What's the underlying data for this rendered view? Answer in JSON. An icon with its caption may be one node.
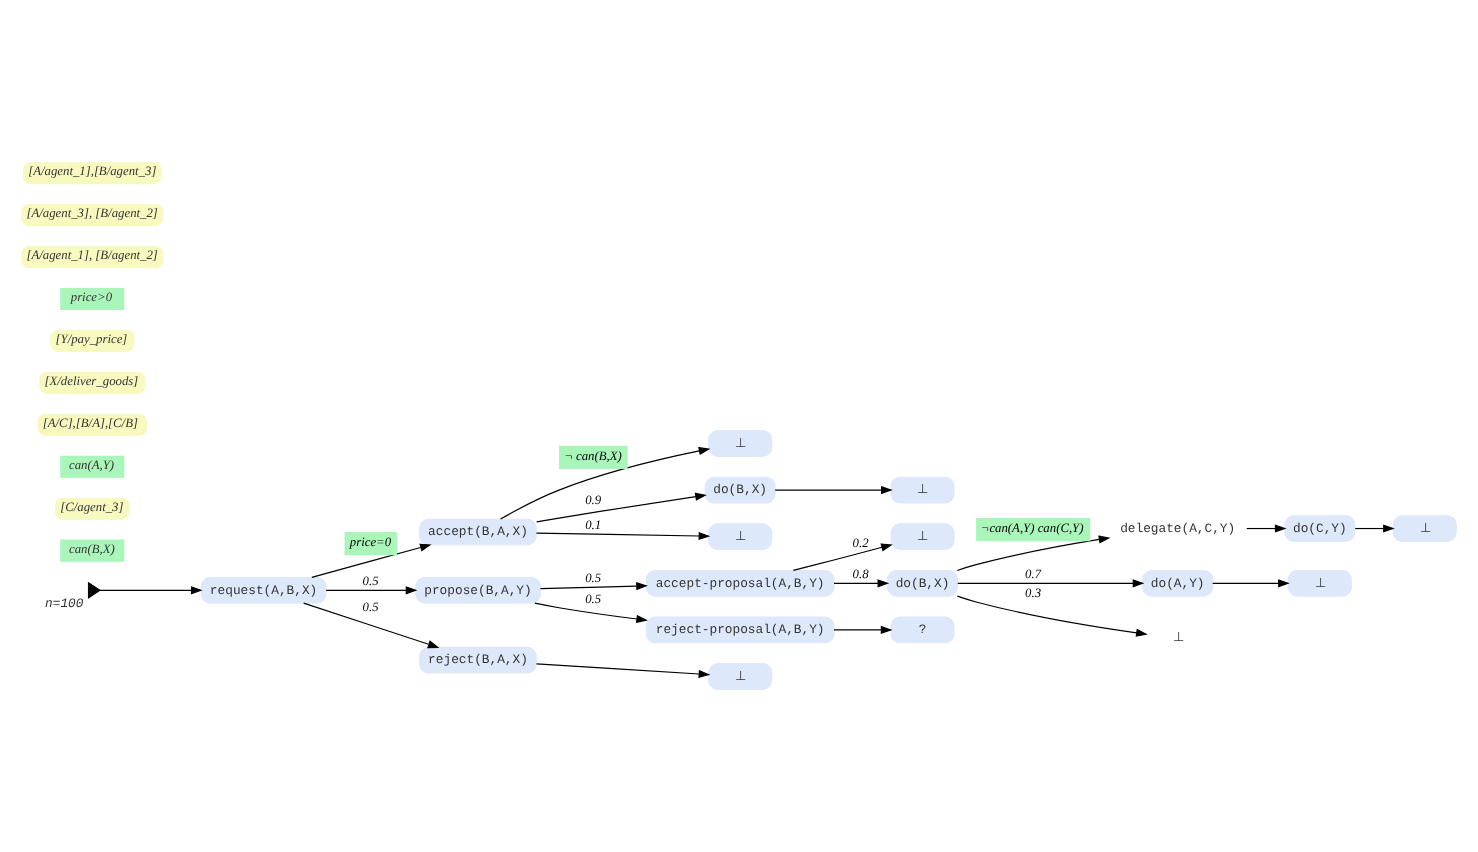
{
  "diagram": {
    "nodes": [
      {
        "text": [],
        "shape": "triangle",
        "beside": [
          "n=100"
        ]
      },
      {
        "text": [
          "request(A,B,X)"
        ]
      },
      {
        "text": [
          "accept(B,A,X)"
        ]
      },
      {
        "text": [
          "⊥"
        ]
      },
      {
        "text": [
          "do(B,X)"
        ]
      },
      {
        "text": [
          "⊥"
        ]
      },
      {
        "text": [
          "⊥"
        ]
      },
      {
        "text": [
          "propose(B,A,Y)"
        ]
      },
      {
        "text": [
          "reject(B,A,X)"
        ]
      },
      {
        "text": [
          "⊥"
        ]
      },
      {
        "text": [
          "accept-proposal(A,B,Y)"
        ]
      },
      {
        "text": [
          "reject-proposal(A,B,Y)"
        ]
      },
      {
        "text": [
          "?"
        ]
      },
      {
        "text": [
          "⊥"
        ]
      },
      {
        "text": [
          "do(B,X)"
        ]
      },
      {
        "text": [
          "delegate(A,C,Y)"
        ]
      },
      {
        "text": [
          "do(C,Y)"
        ]
      },
      {
        "text": [
          "⊥"
        ]
      },
      {
        "text": [
          "do(A,Y)"
        ]
      },
      {
        "text": [
          "⊥"
        ]
      },
      {
        "text": [
          "⊥"
        ]
      }
    ],
    "edges": [
      {
        "from": 0,
        "to": 1,
        "arrow": "to"
      },
      {
        "from": 1,
        "to": 2,
        "arrow": "to",
        "label": "price=0"
      },
      {
        "from": 1,
        "to": 7,
        "arrow": "to",
        "label": "0.5"
      },
      {
        "from": 1,
        "to": 8,
        "arrow": "to",
        "label": "0.5"
      },
      {
        "from": 2,
        "to": 3,
        "arrow": "to",
        "label": "¬ can(B,X)"
      },
      {
        "from": 2,
        "to": 4,
        "arrow": "to",
        "label": "0.9"
      },
      {
        "from": 2,
        "to": 6,
        "arrow": "to",
        "label": "0.1"
      },
      {
        "from": 4,
        "to": 5,
        "arrow": "to"
      },
      {
        "from": 8,
        "to": 9,
        "arrow": "to"
      },
      {
        "from": 7,
        "to": 10,
        "arrow": "to",
        "label": "0.5"
      },
      {
        "from": 7,
        "to": 11,
        "arrow": "to",
        "label": "0.5"
      },
      {
        "from": 11,
        "to": 12,
        "arrow": "to"
      },
      {
        "from": 10,
        "to": 13,
        "arrow": "to",
        "label": "0.2"
      },
      {
        "from": 10,
        "to": 14,
        "arrow": "to",
        "label": "0.8"
      },
      {
        "from": 14,
        "to": 15,
        "arrow": "to",
        "label": "¬can(A,Y) can(C,Y)"
      },
      {
        "from": 14,
        "to": 18,
        "arrow": "to",
        "label": "0.7"
      },
      {
        "from": 14,
        "to": 20,
        "arrow": "to",
        "label": "0.3"
      },
      {
        "from": 15,
        "to": 16,
        "arrow": "to"
      },
      {
        "from": 16,
        "to": 17,
        "arrow": "to"
      },
      {
        "from": 18,
        "to": 19,
        "arrow": "to"
      }
    ],
    "labels": [
      "can(B,X)",
      "[C/agent_3]",
      "can(A,Y)",
      "[A/C],[B/A],[C/B]",
      "[X/deliver_goods]",
      "[Y/pay_price]",
      "price>0",
      "[A/agent_1], [B/agent_2]",
      "[A/agent_3], [B/agent_2]",
      "[A/agent_1],[B/agent_3]"
    ]
  }
}
